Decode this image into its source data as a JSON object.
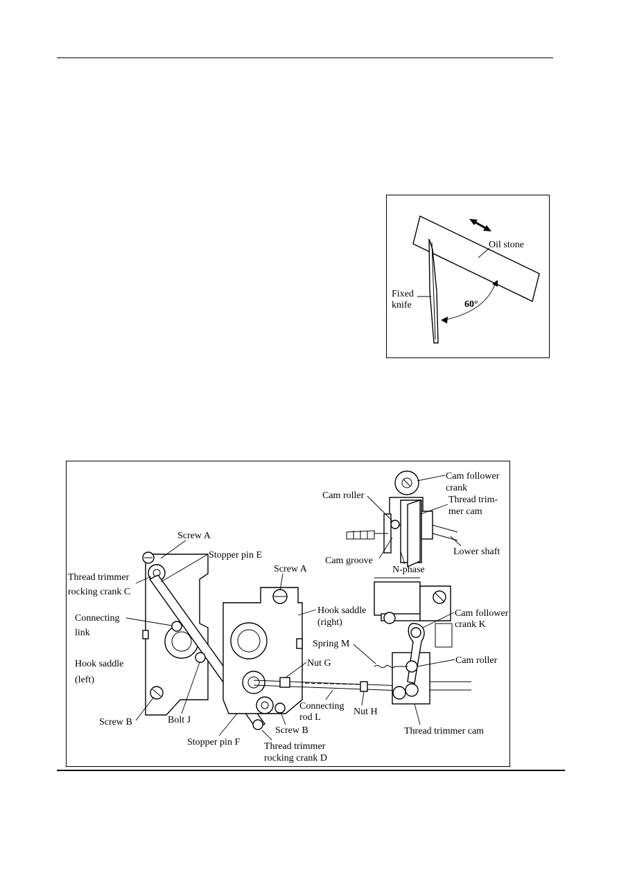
{
  "figure_oilstone": {
    "labels": {
      "oil_stone": "Oil stone",
      "fixed": "Fixed",
      "knife": "knife",
      "angle": "60°"
    }
  },
  "figure_trimmer": {
    "labels": {
      "cam_follower_crank_1": "Cam follower",
      "cam_follower_crank_2": "crank",
      "cam_roller_top": "Cam roller",
      "thread_trimmer_cam_1": "Thread trim-",
      "thread_trimmer_cam_2": "mer cam",
      "lower_shaft": "Lower shaft",
      "cam_groove": "Cam groove",
      "n_phase": "N-phase",
      "screw_a_left": "Screw A",
      "stopper_pin_e": "Stopper pin E",
      "rocking_crank_c_1": "Thread trimmer",
      "rocking_crank_c_2": "rocking crank C",
      "screw_a_right": "Screw A",
      "hook_saddle_right_1": "Hook saddle",
      "hook_saddle_right_2": "(right)",
      "connecting_link_1": "Connecting",
      "connecting_link_2": "link",
      "cam_follower_crank_k_1": "Cam follower",
      "cam_follower_crank_k_2": "crank K",
      "spring_m": "Spring M",
      "cam_roller_bottom": "Cam roller",
      "hook_saddle_left_1": "Hook saddle",
      "hook_saddle_left_2": "(left)",
      "nut_g": "Nut G",
      "connecting_rod_1": "Connecting",
      "connecting_rod_2": "rod L",
      "nut_h": "Nut H",
      "screw_b_left": "Screw B",
      "bolt_j": "Bolt J",
      "screw_b_right": "Screw B",
      "thread_trimmer_cam_bottom": "Thread trimmer cam",
      "stopper_pin_f": "Stopper pin F",
      "rocking_crank_d_1": "Thread trimmer",
      "rocking_crank_d_2": "rocking crank D"
    }
  }
}
